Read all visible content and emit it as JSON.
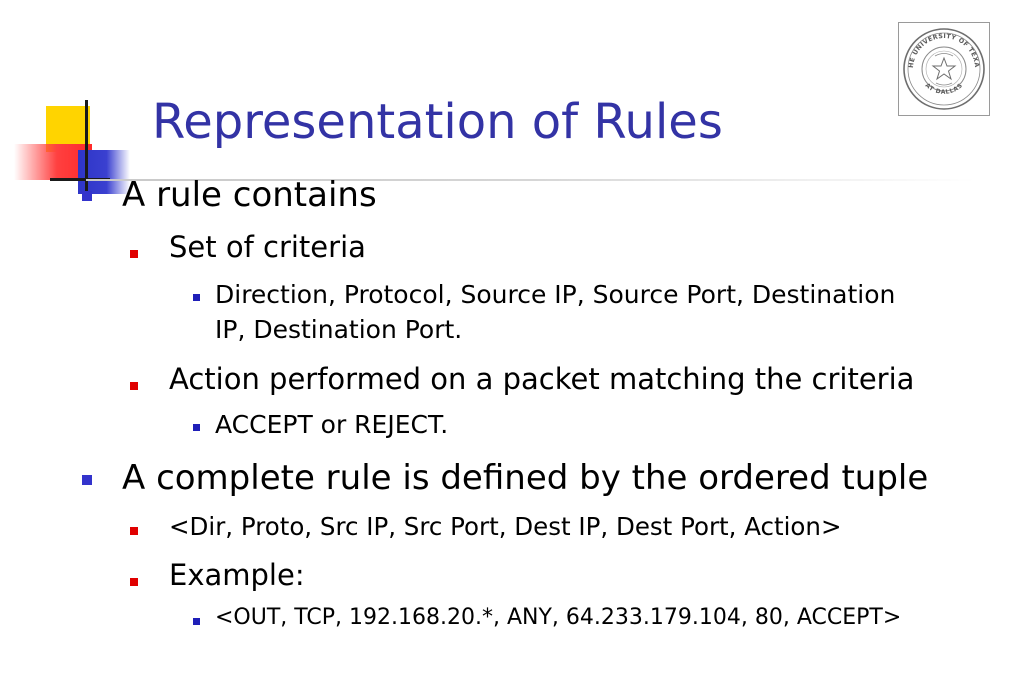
{
  "slide": {
    "title": "Representation of Rules",
    "seal": {
      "name": "university-seal",
      "text_top": "THE UNIVERSITY OF TEXAS",
      "text_bottom": "AT DALLAS"
    },
    "bullets": [
      {
        "level": 1,
        "text": "A rule contains"
      },
      {
        "level": 2,
        "text": "Set of criteria"
      },
      {
        "level": 3,
        "text": "Direction, Protocol, Source IP, Source Port, Destination"
      },
      {
        "level": 3,
        "text": "IP, Destination Port."
      },
      {
        "level": 2,
        "text": "Action performed on a packet matching the criteria"
      },
      {
        "level": 3,
        "text": "ACCEPT or REJECT."
      },
      {
        "level": 1,
        "text": "A complete rule is defined by the ordered tuple"
      },
      {
        "level": 2,
        "text": "<Dir, Proto, Src IP, Src Port, Dest IP, Dest Port, Action>"
      },
      {
        "level": 2,
        "text": "Example:"
      },
      {
        "level": 3,
        "text": "<OUT, TCP, 192.168.20.*, ANY, 64.233.179.104, 80, ACCEPT>"
      }
    ],
    "colors": {
      "title": "#3333a5",
      "bullet_level1": "#3333cc",
      "bullet_level2": "#e00000",
      "bullet_level3": "#1f1fb8",
      "deco_yellow": "#ffd400",
      "deco_blue": "#2e35c8",
      "deco_red": "#ff2a2a"
    }
  }
}
